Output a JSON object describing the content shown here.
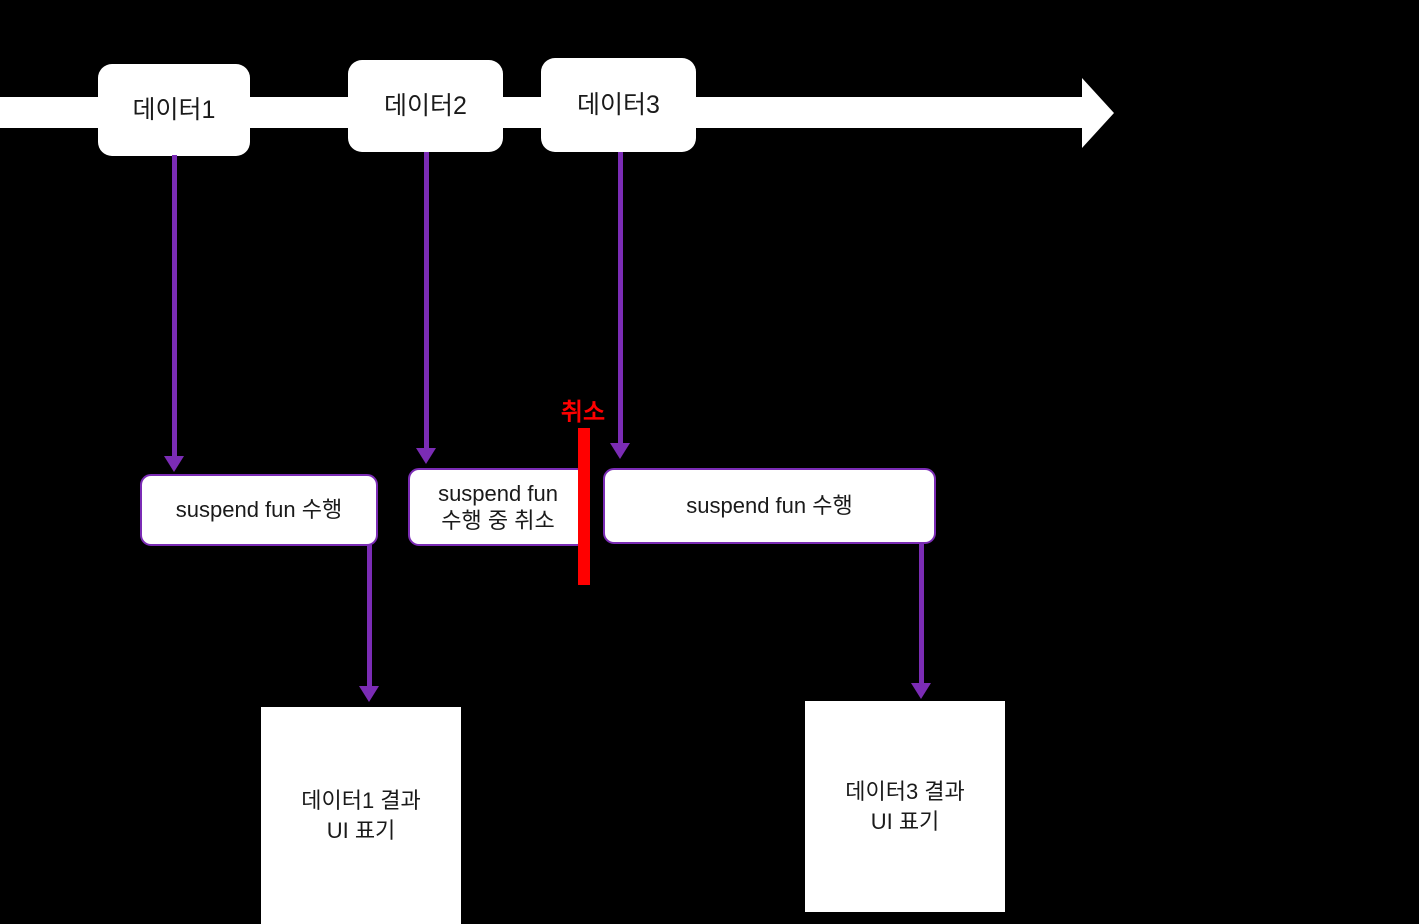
{
  "diagram": {
    "background_color": "#000000",
    "accent_color": "#7B2CB5",
    "cancel_color": "#FF0000",
    "box_fill": "#ffffff",
    "timeline": {
      "label": "timeline-arrow",
      "direction": "right"
    },
    "data_events": [
      {
        "label": "데이터1"
      },
      {
        "label": "데이터2"
      },
      {
        "label": "데이터3"
      }
    ],
    "suspend_blocks": [
      {
        "label": "suspend fun 수행"
      },
      {
        "label": "suspend fun\n수행 중 취소",
        "line1": "suspend fun",
        "line2": "수행 중 취소"
      },
      {
        "label": "suspend fun 수행"
      }
    ],
    "cancel_marker": {
      "label": "취소"
    },
    "results": [
      {
        "line1": "데이터1 결과",
        "line2": "UI 표기"
      },
      {
        "line1": "데이터3 결과",
        "line2": "UI 표기"
      }
    ]
  }
}
